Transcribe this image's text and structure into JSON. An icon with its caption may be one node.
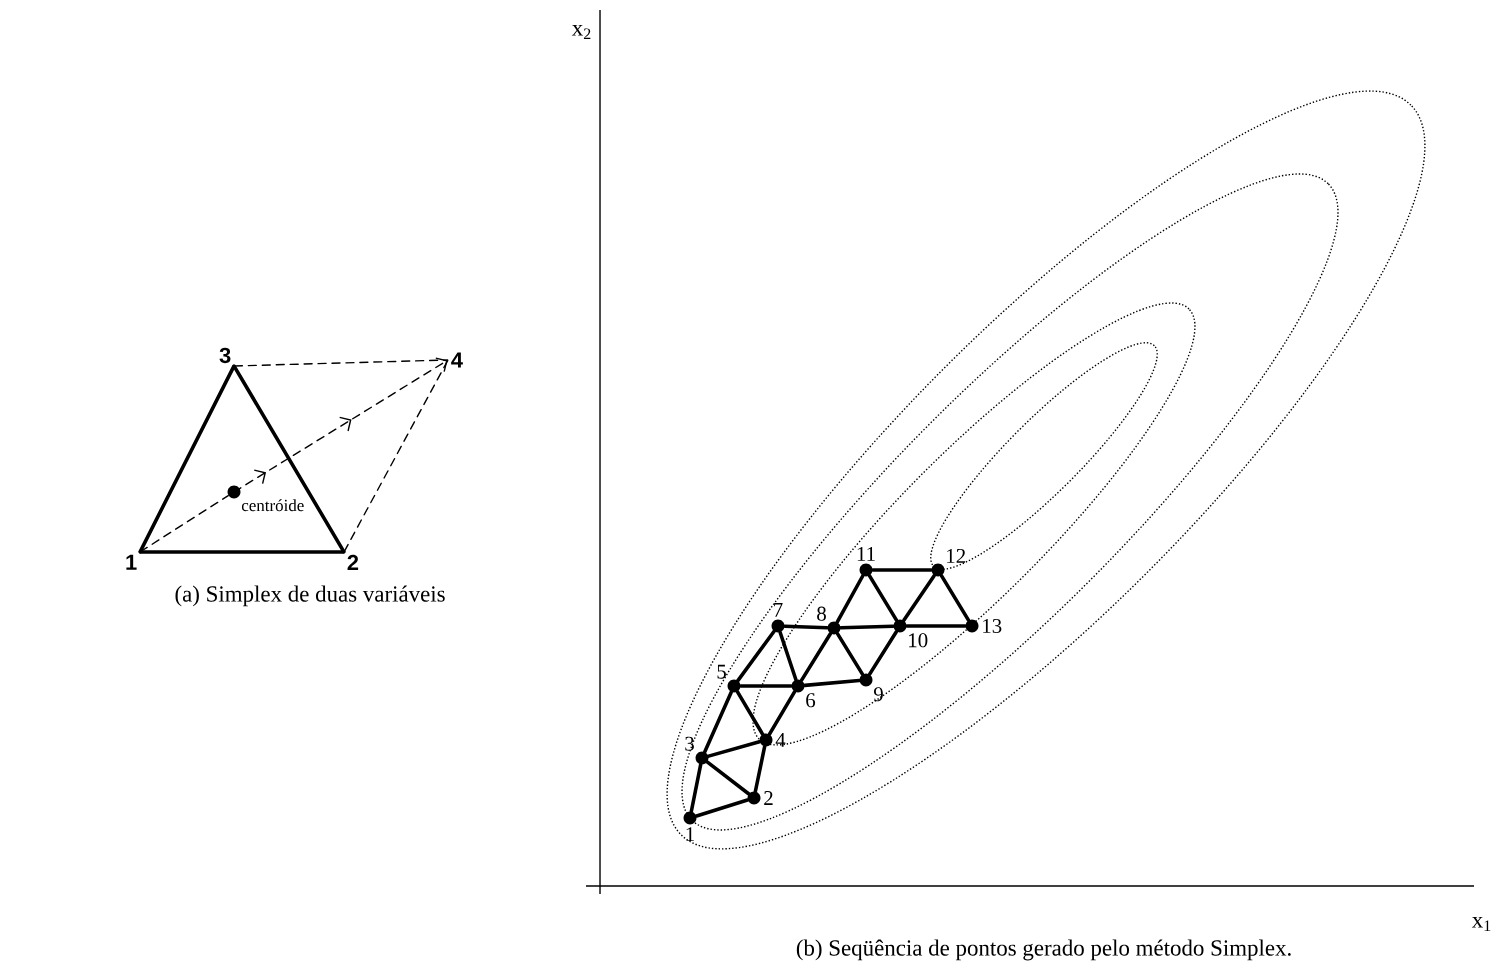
{
  "diagram": {
    "nodes": [
      {
        "text": [
          "1"
        ]
      },
      {
        "text": [
          "2"
        ]
      },
      {
        "text": [
          "3"
        ]
      },
      {
        "text": [
          "4"
        ]
      },
      {
        "text": [],
        "shape": "circle",
        "beside": [
          "centróide"
        ]
      },
      {
        "text": [],
        "shape": "circle",
        "beside": [
          "1"
        ]
      },
      {
        "text": [],
        "shape": "circle",
        "beside": [
          "2"
        ]
      },
      {
        "text": [],
        "shape": "circle",
        "beside": [
          "3"
        ]
      },
      {
        "text": [],
        "shape": "circle",
        "beside": [
          "4"
        ]
      },
      {
        "text": [],
        "shape": "circle",
        "beside": [
          "5"
        ]
      },
      {
        "text": [],
        "shape": "circle",
        "beside": [
          "6"
        ]
      },
      {
        "text": [],
        "shape": "circle",
        "beside": [
          "7"
        ]
      },
      {
        "text": [],
        "shape": "circle",
        "beside": [
          "8"
        ]
      },
      {
        "text": [],
        "shape": "circle",
        "beside": [
          "9"
        ]
      },
      {
        "text": [],
        "shape": "circle",
        "beside": [
          "10"
        ]
      },
      {
        "text": [],
        "shape": "circle",
        "beside": [
          "11"
        ]
      },
      {
        "text": [],
        "shape": "circle",
        "beside": [
          "12"
        ]
      },
      {
        "text": [],
        "shape": "circle",
        "beside": [
          "13"
        ]
      }
    ],
    "edges": [
      {
        "from": 0,
        "to": 1,
        "arrow": "none"
      },
      {
        "from": 1,
        "to": 2,
        "arrow": "none"
      },
      {
        "from": 2,
        "to": 0,
        "arrow": "none"
      },
      {
        "from": 2,
        "to": 3,
        "arrow": "none",
        "style": "dashed"
      },
      {
        "from": 1,
        "to": 3,
        "arrow": "none",
        "style": "dashed"
      },
      {
        "from": 0,
        "to": 4,
        "arrow": "none",
        "style": "dashed"
      },
      {
        "from": 4,
        "to": 3,
        "arrow": "to",
        "style": "dashed"
      },
      {
        "from": 5,
        "to": 6,
        "arrow": "none"
      },
      {
        "from": 5,
        "to": 7,
        "arrow": "none"
      },
      {
        "from": 6,
        "to": 7,
        "arrow": "none"
      },
      {
        "from": 7,
        "to": 8,
        "arrow": "none"
      },
      {
        "from": 6,
        "to": 8,
        "arrow": "none"
      },
      {
        "from": 7,
        "to": 9,
        "arrow": "none"
      },
      {
        "from": 8,
        "to": 9,
        "arrow": "none"
      },
      {
        "from": 8,
        "to": 10,
        "arrow": "none"
      },
      {
        "from": 9,
        "to": 10,
        "arrow": "none"
      },
      {
        "from": 9,
        "to": 11,
        "arrow": "none"
      },
      {
        "from": 10,
        "to": 11,
        "arrow": "none"
      },
      {
        "from": 10,
        "to": 13,
        "arrow": "none"
      },
      {
        "from": 11,
        "to": 12,
        "arrow": "none"
      },
      {
        "from": 10,
        "to": 12,
        "arrow": "none"
      },
      {
        "from": 12,
        "to": 13,
        "arrow": "none"
      },
      {
        "from": 12,
        "to": 14,
        "arrow": "none"
      },
      {
        "from": 13,
        "to": 14,
        "arrow": "none"
      },
      {
        "from": 12,
        "to": 15,
        "arrow": "none"
      },
      {
        "from": 15,
        "to": 14,
        "arrow": "none"
      },
      {
        "from": 15,
        "to": 16,
        "arrow": "none"
      },
      {
        "from": 14,
        "to": 16,
        "arrow": "none"
      },
      {
        "from": 16,
        "to": 17,
        "arrow": "none"
      },
      {
        "from": 14,
        "to": 17,
        "arrow": "none"
      }
    ],
    "labels": [
      "x$_{2}$",
      "(a) Simplex de duas variáveis",
      "x$_{1}$",
      "(b) Seqüência de pontos gerado pelo método Simplex."
    ]
  }
}
